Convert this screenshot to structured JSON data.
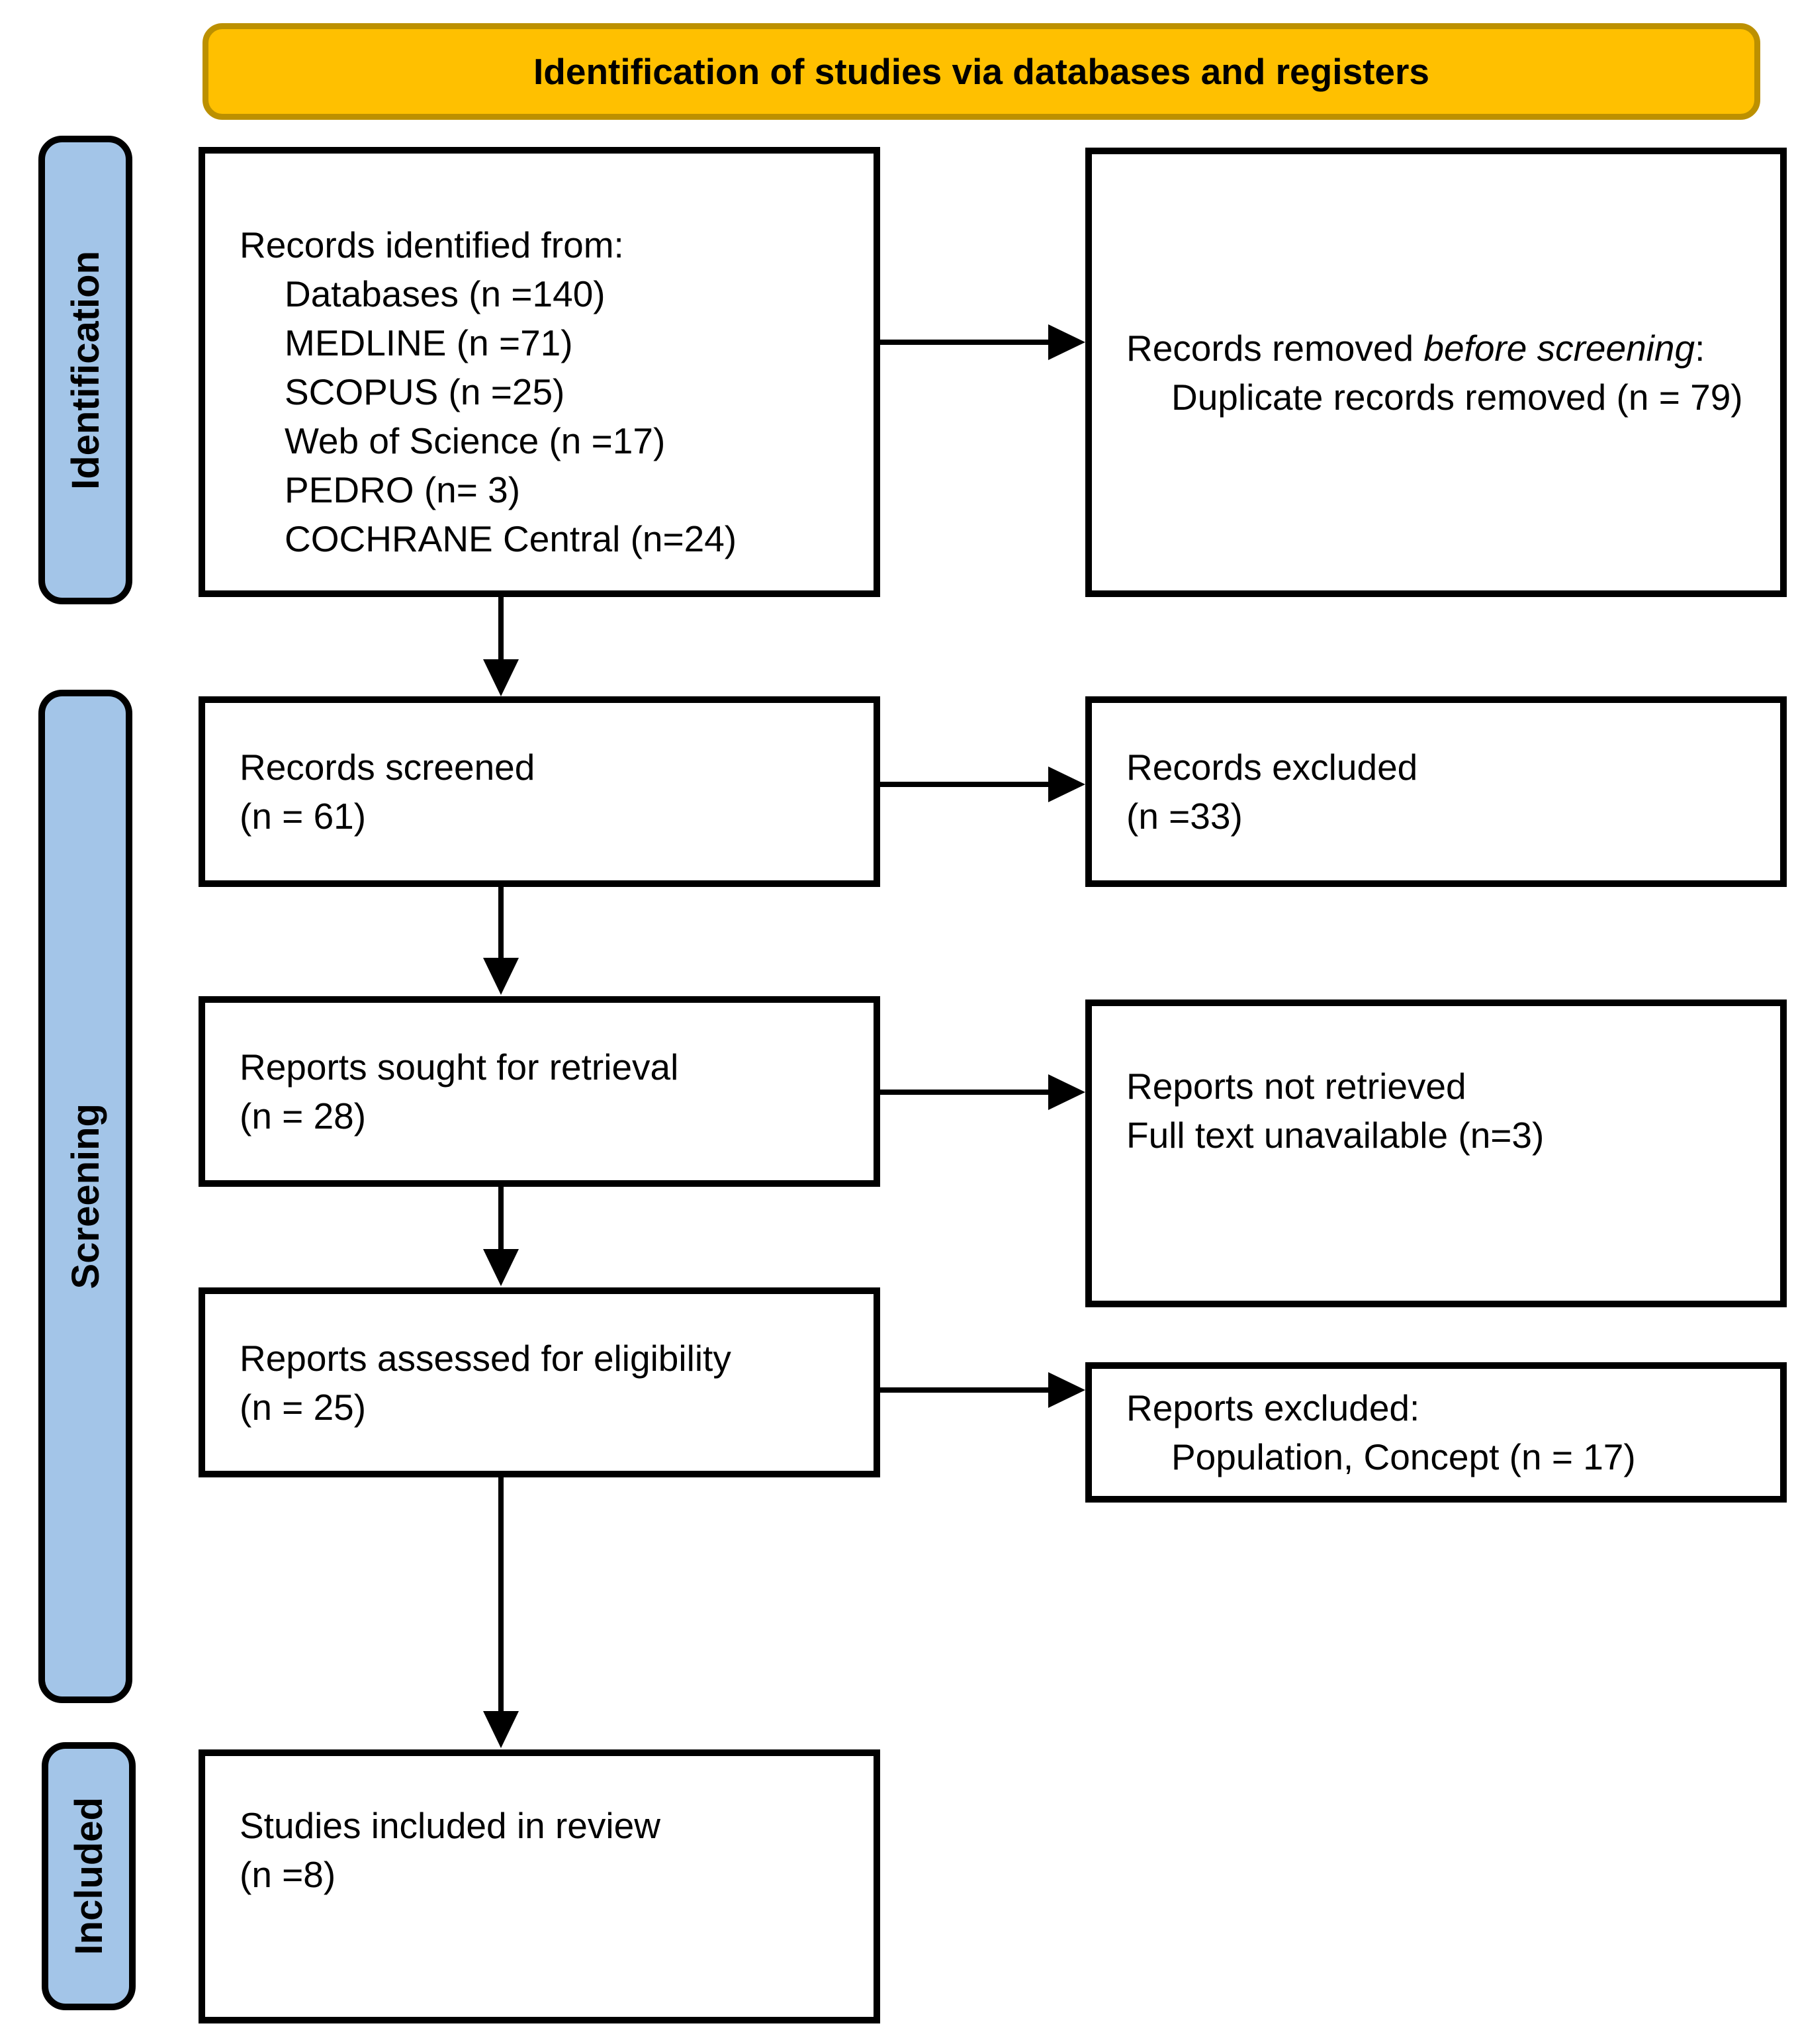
{
  "banner": {
    "label": "Identification of studies via databases and registers"
  },
  "colors": {
    "banner_fill": "#FFC000",
    "banner_border": "#BC9000",
    "stage_fill": "#A3C5E8",
    "box_border": "#000000",
    "arrow": "#000000",
    "background": "#FFFFFF"
  },
  "icons": {
    "flow_arrow_down": "solid black downward triangle (CSS border shape)",
    "flow_arrow_right": "solid black rightward triangle (CSS border shape)"
  },
  "stages": [
    {
      "label": "Identification"
    },
    {
      "label": "Screening"
    },
    {
      "label": "Included"
    }
  ],
  "boxes": {
    "records_identified": {
      "title": "Records identified from:",
      "items": [
        "Databases (n =140)",
        "MEDLINE (n =71)",
        "SCOPUS (n =25)",
        "Web of Science (n =17)",
        "PEDRO (n= 3)",
        "COCHRANE Central (n=24)"
      ]
    },
    "records_removed": {
      "title_prefix": "Records removed ",
      "title_italic": "before screening",
      "title_suffix": ":",
      "items": [
        "Duplicate records removed (n = 79)"
      ]
    },
    "records_screened": {
      "lines": [
        "Records screened",
        "(n = 61)"
      ]
    },
    "records_excluded": {
      "lines": [
        "Records excluded",
        "(n =33)"
      ]
    },
    "reports_sought": {
      "lines": [
        "Reports sought for retrieval",
        "(n = 28)"
      ]
    },
    "reports_not_retrieved": {
      "lines": [
        "Reports not retrieved",
        "Full text unavailable (n=3)"
      ]
    },
    "reports_assessed": {
      "lines": [
        "Reports assessed for eligibility",
        "(n = 25)"
      ]
    },
    "reports_excluded": {
      "title": "Reports excluded:",
      "items": [
        "Population, Concept (n = 17)"
      ]
    },
    "studies_included": {
      "lines": [
        "Studies included in review",
        "(n =8)"
      ]
    }
  }
}
